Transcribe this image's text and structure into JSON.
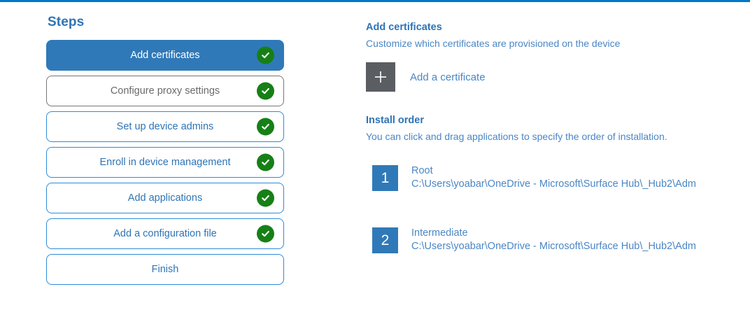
{
  "accent": {
    "top_rule": "#0078C8",
    "primary_blue": "#3079B8",
    "link_blue": "#4A86C5",
    "heading_blue": "#2E74B5",
    "check_green": "#168016",
    "plus_gray": "#5A5E62",
    "muted_gray": "#6A6A6A"
  },
  "steps": {
    "title": "Steps",
    "items": [
      {
        "label": "Add certificates",
        "state": "active",
        "completed": true
      },
      {
        "label": "Configure proxy settings",
        "state": "muted",
        "completed": true
      },
      {
        "label": "Set up device admins",
        "state": "normal",
        "completed": true
      },
      {
        "label": "Enroll in device management",
        "state": "normal",
        "completed": true
      },
      {
        "label": "Add applications",
        "state": "normal",
        "completed": true
      },
      {
        "label": "Add a configuration file",
        "state": "normal",
        "completed": true
      },
      {
        "label": "Finish",
        "state": "normal",
        "completed": false
      }
    ]
  },
  "detail": {
    "heading": "Add certificates",
    "subheading": "Customize which certificates are provisioned on the device",
    "add_certificate_label": "Add a certificate",
    "plus_icon": "plus-icon",
    "install_order": {
      "heading": "Install order",
      "subheading": "You can click and drag applications to specify the order of installation.",
      "items": [
        {
          "number": "1",
          "name": "Root",
          "path": "C:\\Users\\yoabar\\OneDrive - Microsoft\\Surface Hub\\_Hub2\\Adm"
        },
        {
          "number": "2",
          "name": "Intermediate",
          "path": "C:\\Users\\yoabar\\OneDrive - Microsoft\\Surface Hub\\_Hub2\\Adm"
        }
      ]
    }
  }
}
